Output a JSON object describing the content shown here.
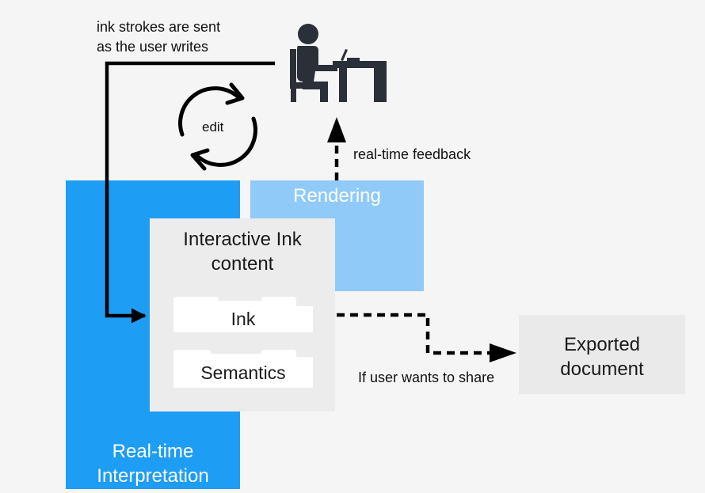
{
  "blocks": {
    "realtime_interpretation": "Real-time\nInterpretation",
    "rendering": "Rendering",
    "interactive_ink_content": "Interactive Ink\ncontent",
    "ink": "Ink",
    "semantics": "Semantics",
    "exported_document": "Exported\ndocument"
  },
  "annotations": {
    "ink_strokes": "ink strokes are sent\nas the user writes",
    "edit": "edit",
    "realtime_feedback": "real-time feedback",
    "share": "If user wants to share"
  },
  "icons": {
    "user": "person-writing-at-desk-icon",
    "edit": "refresh-cycle-icon"
  },
  "colors": {
    "interpretation": "#1e9df5",
    "rendering": "#90caf9",
    "content": "#ececec",
    "export": "#eaeaea",
    "line": "#000000",
    "icon": "#2b3038"
  }
}
